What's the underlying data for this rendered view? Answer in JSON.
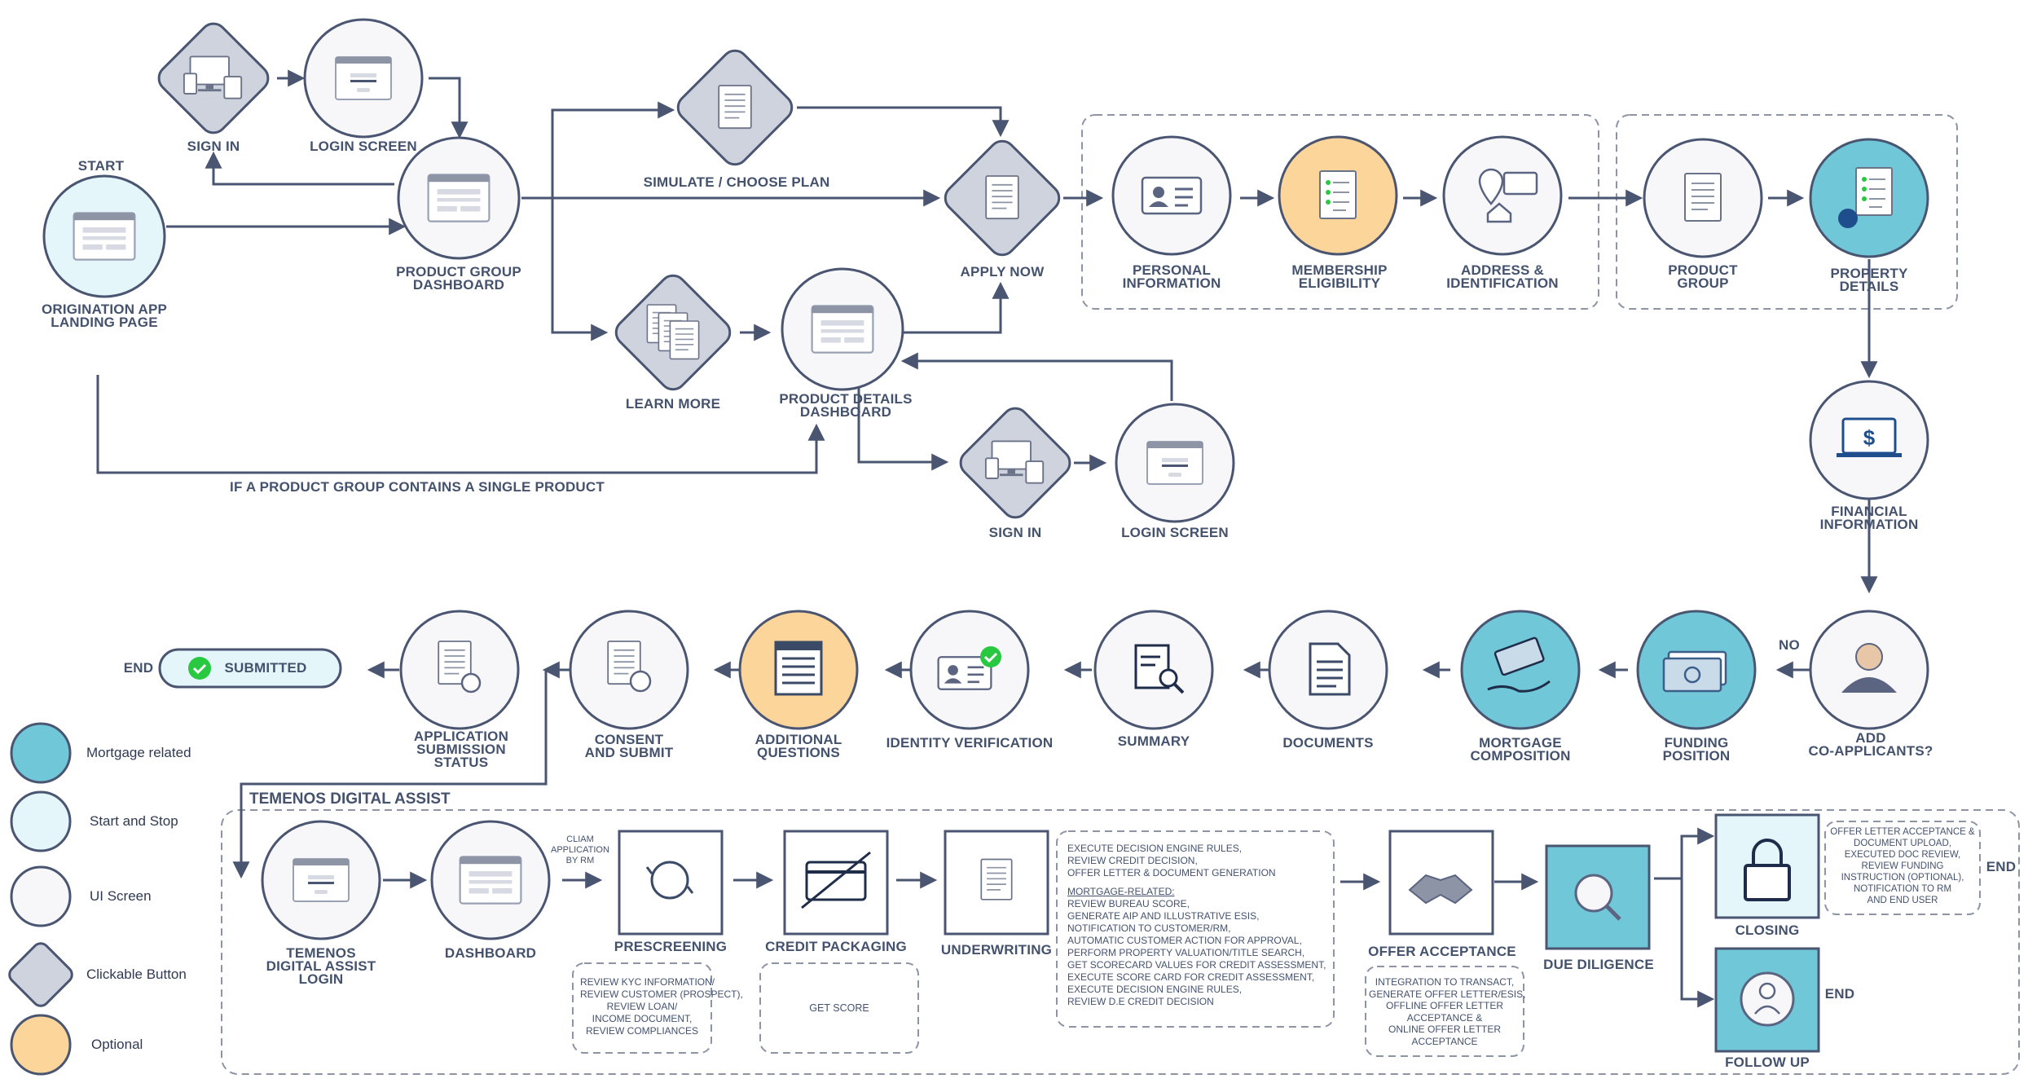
{
  "colors": {
    "mortgage": "#6fc7d8",
    "start_stop": "#e4f6fa",
    "ui_screen": "#f7f7f9",
    "clickable": "#cfd3dd",
    "optional": "#fbd59a",
    "stroke": "#4a5572",
    "check": "#28c840"
  },
  "top": {
    "start": "START",
    "landing": [
      "ORIGINATION APP",
      "LANDING PAGE"
    ],
    "sign_in": "SIGN IN",
    "login_screen": "LOGIN SCREEN",
    "product_group_dashboard": [
      "PRODUCT GROUP",
      "DASHBOARD"
    ],
    "simulate": "SIMULATE / CHOOSE PLAN",
    "learn_more": "LEARN MORE",
    "product_details_dashboard": [
      "PRODUCT DETAILS",
      "DASHBOARD"
    ],
    "sign_in_2": "SIGN IN",
    "login_screen_2": "LOGIN SCREEN",
    "apply_now": "APPLY NOW",
    "single_product": "IF A PRODUCT GROUP CONTAINS A SINGLE PRODUCT",
    "personal_information": [
      "PERSONAL",
      "INFORMATION"
    ],
    "membership_eligibility": [
      "MEMBERSHIP",
      "ELIGIBILITY"
    ],
    "address_identification": [
      "ADDRESS &",
      "IDENTIFICATION"
    ],
    "product_group": [
      "PRODUCT",
      "GROUP"
    ],
    "property_details": [
      "PROPERTY",
      "DETAILS"
    ],
    "financial_information": [
      "FINANCIAL",
      "INFORMATION"
    ]
  },
  "middle": {
    "add_co_applicants": [
      "ADD",
      "CO-APPLICANTS?"
    ],
    "no": "NO",
    "funding_position": [
      "FUNDING",
      "POSITION"
    ],
    "mortgage_composition": [
      "MORTGAGE",
      "COMPOSITION"
    ],
    "documents": "DOCUMENTS",
    "summary": "SUMMARY",
    "identity_verification": "IDENTITY VERIFICATION",
    "additional_questions": [
      "ADDITIONAL",
      "QUESTIONS"
    ],
    "consent_submit": [
      "CONSENT",
      "AND SUBMIT"
    ],
    "application_status": [
      "APPLICATION",
      "SUBMISSION",
      "STATUS"
    ],
    "submitted": "SUBMITTED",
    "end": "END"
  },
  "tda": {
    "title": "TEMENOS DIGITAL ASSIST",
    "login": [
      "TEMENOS",
      "DIGITAL ASSIST",
      "LOGIN"
    ],
    "dashboard": "DASHBOARD",
    "cliam_note": [
      "CLIAM",
      "APPLICATION",
      "BY RM"
    ],
    "prescreening": "PRESCREENING",
    "prescreening_note": [
      "REVIEW KYC INFORMATION/",
      "REVIEW CUSTOMER (PROSPECT),",
      "REVIEW LOAN/",
      "INCOME DOCUMENT,",
      "REVIEW COMPLIANCES"
    ],
    "credit_packaging": "CREDIT PACKAGING",
    "credit_note": "GET SCORE",
    "underwriting": "UNDERWRITING",
    "underwriting_note": [
      "EXECUTE DECISION ENGINE RULES,",
      "REVIEW CREDIT DECISION,",
      "OFFER LETTER & DOCUMENT GENERATION",
      "",
      "MORTGAGE-RELATED:",
      "REVIEW BUREAU SCORE,",
      "GENERATE AIP AND ILLUSTRATIVE ESIS,",
      "NOTIFICATION TO CUSTOMER/RM,",
      "AUTOMATIC CUSTOMER ACTION FOR APPROVAL,",
      "PERFORM PROPERTY VALUATION/TITLE SEARCH,",
      "GET SCORECARD VALUES FOR CREDIT ASSESSMENT,",
      "EXECUTE SCORE CARD FOR CREDIT ASSESSMENT,",
      "EXECUTE DECISION ENGINE RULES,",
      "REVIEW D.E CREDIT DECISION"
    ],
    "offer_acceptance": "OFFER ACCEPTANCE",
    "offer_note": [
      "INTEGRATION TO TRANSACT,",
      "GENERATE OFFER LETTER/ESIS,",
      "OFFLINE OFFER LETTER",
      "ACCEPTANCE &",
      "ONLINE OFFER LETTER",
      "ACCEPTANCE"
    ],
    "due_diligence": "DUE DILIGENCE",
    "closing": "CLOSING",
    "closing_note": [
      "OFFER LETTER ACCEPTANCE &",
      "DOCUMENT UPLOAD,",
      "EXECUTED DOC REVIEW,",
      "REVIEW FUNDING",
      "INSTRUCTION (OPTIONAL),",
      "NOTIFICATION TO RM",
      "AND END USER"
    ],
    "follow_up": "FOLLOW UP",
    "end_1": "END",
    "end_2": "END"
  },
  "legend": [
    {
      "label": "Mortgage related",
      "kind": "mortgage"
    },
    {
      "label": "Start and Stop",
      "kind": "start_stop"
    },
    {
      "label": "UI Screen",
      "kind": "ui_screen"
    },
    {
      "label": "Clickable Button",
      "kind": "clickable"
    },
    {
      "label": "Optional",
      "kind": "optional"
    }
  ]
}
